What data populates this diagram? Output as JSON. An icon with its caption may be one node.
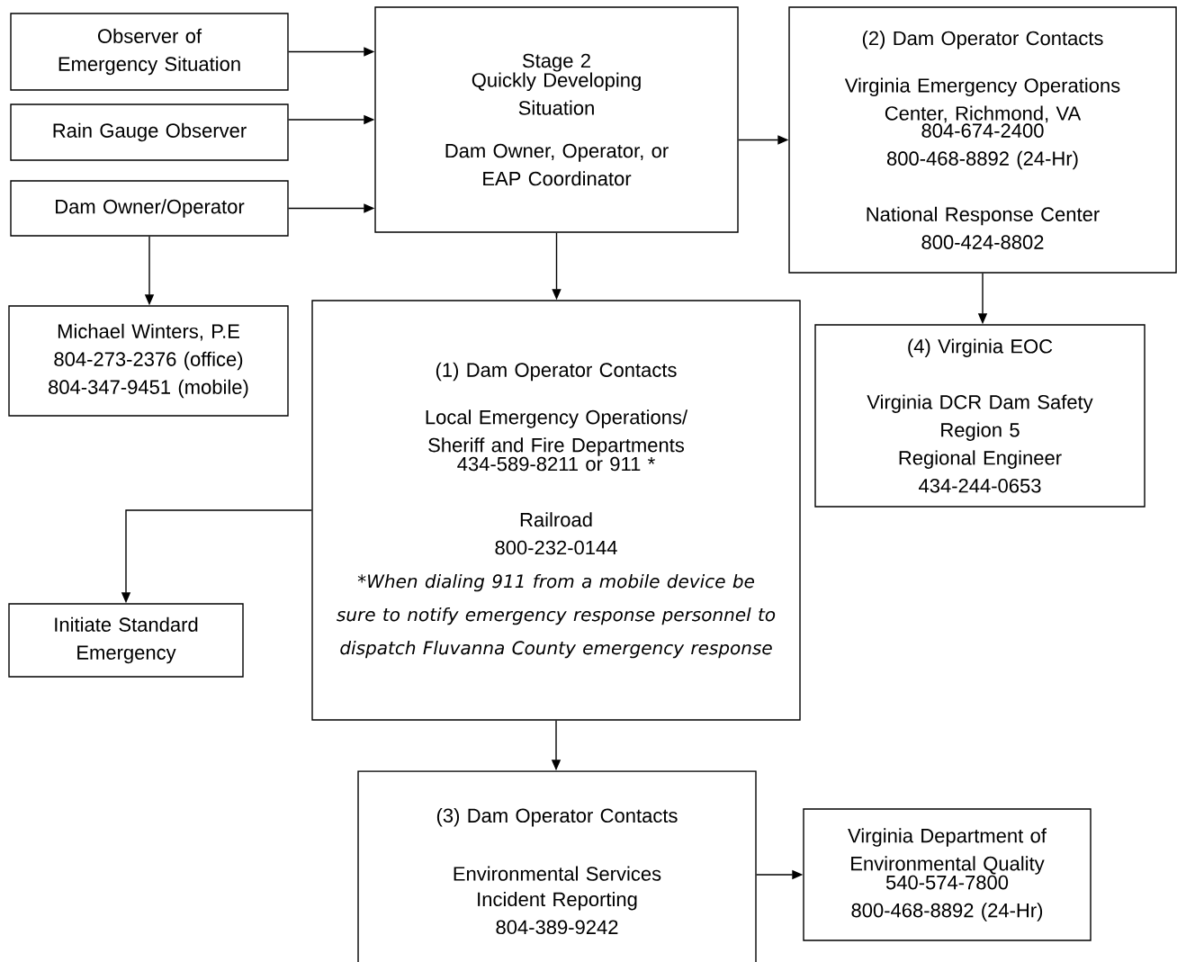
{
  "diagram": {
    "nodes": [
      {
        "text": [
          "Observer of Emergency Situation"
        ]
      },
      {
        "text": [
          "Rain Gauge Observer"
        ]
      },
      {
        "text": [
          "Dam Owner/Operator"
        ]
      },
      {
        "text": [
          "Stage 2",
          "Quickly Developing Situation",
          "Dam Owner, Operator, or EAP Coordinator"
        ]
      },
      {
        "text": [
          "(2) Dam Operator Contacts",
          "Virginia Emergency Operations Center, Richmond, VA",
          "804-674-2400",
          "800-468-8892 (24-Hr)",
          "National Response Center",
          "800-424-8802"
        ]
      },
      {
        "text": [
          "Michael Winters, P.E",
          "804-273-2376 (office)",
          "804-347-9451 (mobile)"
        ]
      },
      {
        "text": [
          "(1) Dam Operator Contacts",
          "Local Emergency Operations/ Sheriff and Fire Departments",
          "434-589-8211 or 911 *",
          "Railroad",
          "800-232-0144",
          "*When dialing 911 from a mobile device be sure to notify emergency response personnel to dispatch Fluvanna County emergency response"
        ]
      },
      {
        "text": [
          "(4) Virginia EOC",
          "Virginia DCR Dam Safety",
          "Region 5",
          "Regional Engineer",
          "434-244-0653"
        ]
      },
      {
        "text": [
          "Initiate Standard Emergency"
        ]
      },
      {
        "text": [
          "(3) Dam Operator Contacts",
          "Environmental Services",
          "Incident Reporting",
          "804-389-9242"
        ]
      },
      {
        "text": [
          "Virginia Department of Environmental Quality",
          "540-574-7800",
          "800-468-8892 (24-Hr)"
        ]
      }
    ],
    "edges": [
      {
        "from": 0,
        "to": 3,
        "arrow": "to"
      },
      {
        "from": 1,
        "to": 3,
        "arrow": "to"
      },
      {
        "from": 2,
        "to": 3,
        "arrow": "to"
      },
      {
        "from": 2,
        "to": 5,
        "arrow": "to"
      },
      {
        "from": 3,
        "to": 4,
        "arrow": "to"
      },
      {
        "from": 3,
        "to": 6,
        "arrow": "to"
      },
      {
        "from": 4,
        "to": 7,
        "arrow": "to"
      },
      {
        "from": 6,
        "to": 8,
        "arrow": "to"
      },
      {
        "from": 6,
        "to": 9,
        "arrow": "to"
      },
      {
        "from": 9,
        "to": 10,
        "arrow": "to"
      }
    ]
  }
}
